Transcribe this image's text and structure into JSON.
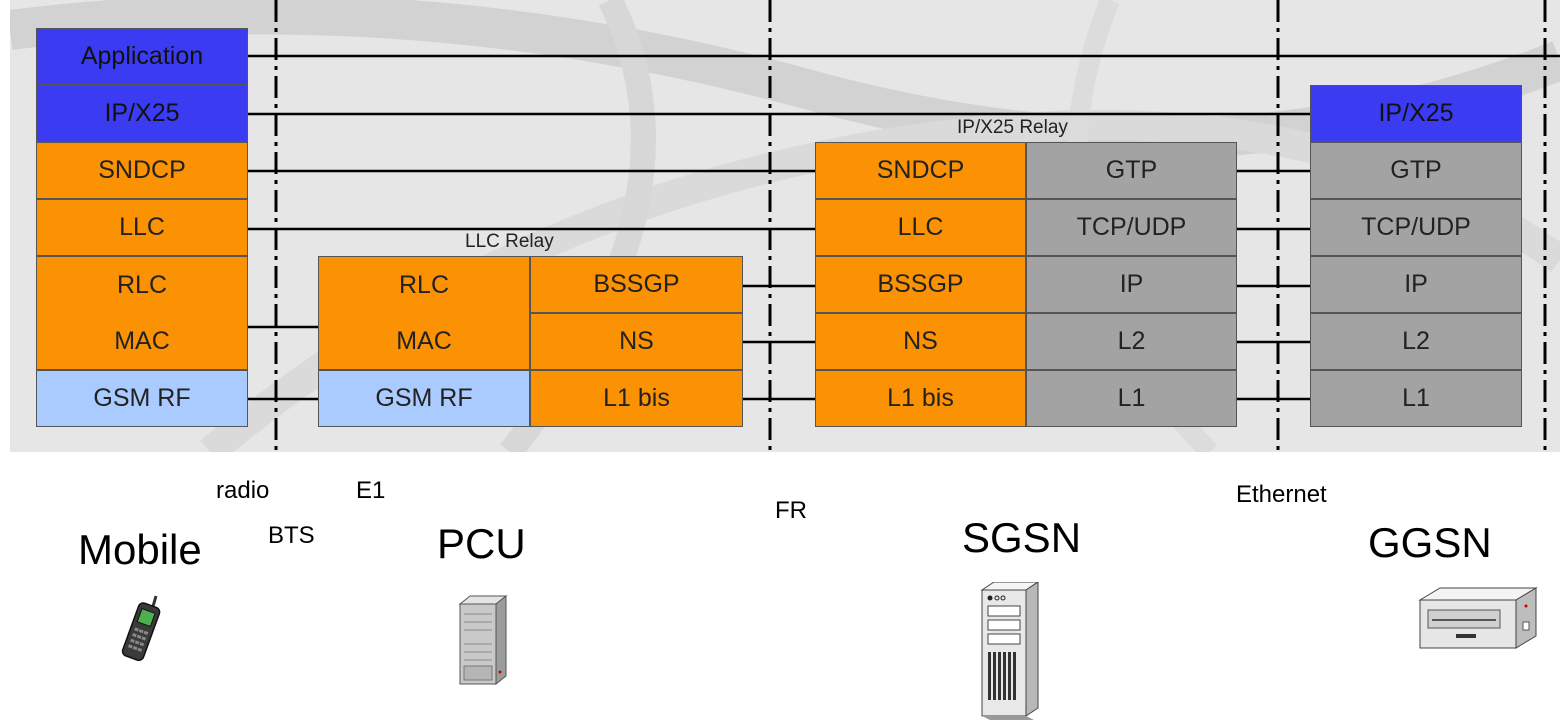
{
  "stacks": {
    "mobile": {
      "application": "Application",
      "ipx25": "IP/X25",
      "sndcp": "SNDCP",
      "llc": "LLC",
      "rlc": "RLC",
      "mac": "MAC",
      "gsm_rf": "GSM RF"
    },
    "pcu": {
      "relay_label": "LLC Relay",
      "rlc": "RLC",
      "mac": "MAC",
      "gsm_rf": "GSM RF",
      "bssgp": "BSSGP",
      "ns": "NS",
      "l1bis": "L1 bis"
    },
    "sgsn": {
      "relay_label": "IP/X25 Relay",
      "sndcp": "SNDCP",
      "llc": "LLC",
      "bssgp": "BSSGP",
      "ns": "NS",
      "l1bis": "L1 bis",
      "gtp": "GTP",
      "tcpudp": "TCP/UDP",
      "ip": "IP",
      "l2": "L2",
      "l1": "L1"
    },
    "ggsn": {
      "ipx25": "IP/X25",
      "gtp": "GTP",
      "tcpudp": "TCP/UDP",
      "ip": "IP",
      "l2": "L2",
      "l1": "L1"
    }
  },
  "interfaces": {
    "radio": "radio",
    "bts": "BTS",
    "e1": "E1",
    "fr": "FR",
    "ethernet": "Ethernet"
  },
  "nodes": {
    "mobile": "Mobile",
    "pcu": "PCU",
    "sgsn": "SGSN",
    "ggsn": "GGSN"
  },
  "icons": [
    "mobile-phone-icon",
    "pcu-cabinet-icon",
    "sgsn-server-tower-icon",
    "ggsn-desktop-unit-icon"
  ],
  "colors": {
    "application": "#3b3bf2",
    "orange_layer": "#fb9204",
    "gsm_rf": "#aacbff",
    "gray_layer": "#a3a3a3"
  }
}
